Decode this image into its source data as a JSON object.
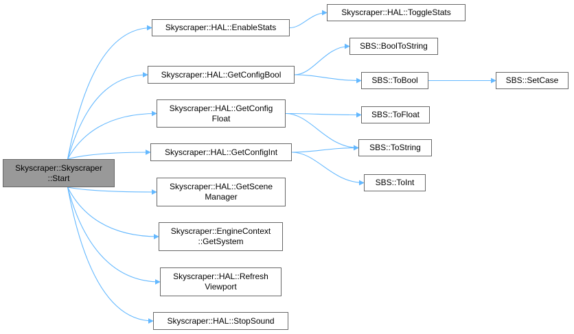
{
  "colors": {
    "edge": "#63b8ff",
    "border": "#666666",
    "root_fill": "#999999",
    "node_fill": "#ffffff"
  },
  "nodes": {
    "start": {
      "lines": [
        "Skyscraper::Skyscraper",
        "::Start"
      ]
    },
    "enable_stats": {
      "lines": [
        "Skyscraper::HAL::EnableStats"
      ]
    },
    "toggle_stats": {
      "lines": [
        "Skyscraper::HAL::ToggleStats"
      ]
    },
    "get_config_bool": {
      "lines": [
        "Skyscraper::HAL::GetConfigBool"
      ]
    },
    "bool_to_string": {
      "lines": [
        "SBS::BoolToString"
      ]
    },
    "to_bool": {
      "lines": [
        "SBS::ToBool"
      ]
    },
    "set_case": {
      "lines": [
        "SBS::SetCase"
      ]
    },
    "get_config_float": {
      "lines": [
        "Skyscraper::HAL::GetConfig",
        "Float"
      ]
    },
    "to_float": {
      "lines": [
        "SBS::ToFloat"
      ]
    },
    "to_string": {
      "lines": [
        "SBS::ToString"
      ]
    },
    "get_config_int": {
      "lines": [
        "Skyscraper::HAL::GetConfigInt"
      ]
    },
    "to_int": {
      "lines": [
        "SBS::ToInt"
      ]
    },
    "get_scene_manager": {
      "lines": [
        "Skyscraper::HAL::GetScene",
        "Manager"
      ]
    },
    "get_system": {
      "lines": [
        "Skyscraper::EngineContext",
        "::GetSystem"
      ]
    },
    "refresh_viewport": {
      "lines": [
        "Skyscraper::HAL::Refresh",
        "Viewport"
      ]
    },
    "stop_sound": {
      "lines": [
        "Skyscraper::HAL::StopSound"
      ]
    }
  },
  "edges": [
    {
      "from": "start",
      "to": "enable_stats"
    },
    {
      "from": "start",
      "to": "get_config_bool"
    },
    {
      "from": "start",
      "to": "get_config_float"
    },
    {
      "from": "start",
      "to": "get_config_int"
    },
    {
      "from": "start",
      "to": "get_scene_manager"
    },
    {
      "from": "start",
      "to": "get_system"
    },
    {
      "from": "start",
      "to": "refresh_viewport"
    },
    {
      "from": "start",
      "to": "stop_sound"
    },
    {
      "from": "enable_stats",
      "to": "toggle_stats"
    },
    {
      "from": "get_config_bool",
      "to": "bool_to_string"
    },
    {
      "from": "get_config_bool",
      "to": "to_bool"
    },
    {
      "from": "to_bool",
      "to": "set_case"
    },
    {
      "from": "get_config_float",
      "to": "to_float"
    },
    {
      "from": "get_config_float",
      "to": "to_string"
    },
    {
      "from": "get_config_int",
      "to": "to_string"
    },
    {
      "from": "get_config_int",
      "to": "to_int"
    }
  ]
}
